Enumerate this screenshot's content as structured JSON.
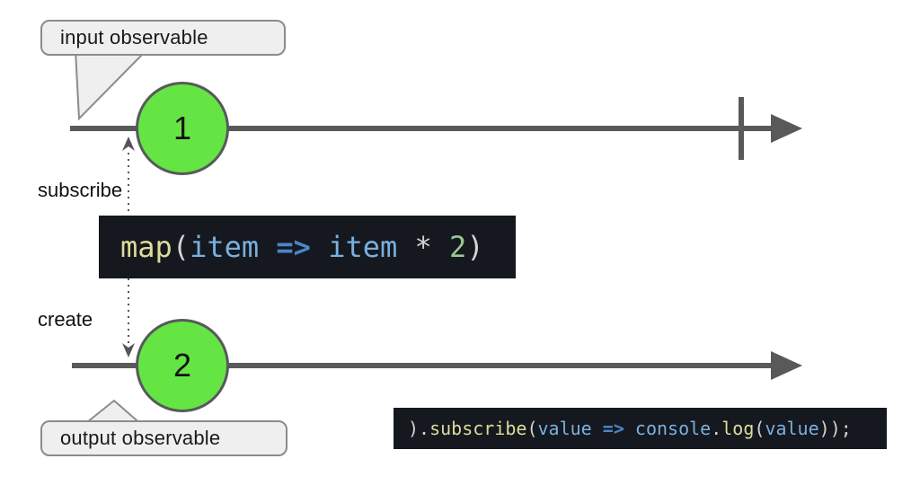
{
  "diagram": {
    "input_label": "input observable",
    "output_label": "output observable",
    "subscribe_label": "subscribe",
    "create_label": "create",
    "marble_input_value": "1",
    "marble_output_value": "2"
  },
  "code": {
    "map_text": "map(item => item * 2)",
    "subscribe_text": ").subscribe(value => console.log(value));",
    "map_tokens": [
      {
        "t": "map",
        "c": "fn"
      },
      {
        "t": "(",
        "c": "pun"
      },
      {
        "t": "item",
        "c": "id"
      },
      {
        "t": " ",
        "c": "pun"
      },
      {
        "t": "=>",
        "c": "op"
      },
      {
        "t": " ",
        "c": "pun"
      },
      {
        "t": "item",
        "c": "id"
      },
      {
        "t": " ",
        "c": "pun"
      },
      {
        "t": "*",
        "c": "pun"
      },
      {
        "t": " ",
        "c": "pun"
      },
      {
        "t": "2",
        "c": "num"
      },
      {
        "t": ")",
        "c": "pun"
      }
    ],
    "subscribe_tokens": [
      {
        "t": ").",
        "c": "pun"
      },
      {
        "t": "subscribe",
        "c": "fn"
      },
      {
        "t": "(",
        "c": "pun"
      },
      {
        "t": "value",
        "c": "id"
      },
      {
        "t": " ",
        "c": "pun"
      },
      {
        "t": "=>",
        "c": "op"
      },
      {
        "t": " ",
        "c": "pun"
      },
      {
        "t": "console",
        "c": "id"
      },
      {
        "t": ".",
        "c": "pun"
      },
      {
        "t": "log",
        "c": "fn"
      },
      {
        "t": "(",
        "c": "pun"
      },
      {
        "t": "value",
        "c": "id"
      },
      {
        "t": "));",
        "c": "pun"
      }
    ]
  },
  "colors": {
    "marble_green": "#64e544",
    "marble_border": "#58595b",
    "timeline_gray": "#595959",
    "dotted_arrow_gray": "#555555",
    "bubble_fill": "#efefef",
    "bubble_border": "#8b8b8b",
    "code_background": "#15181e",
    "token_function": "#dcdc9b",
    "token_identifier": "#79b0e0",
    "token_operator": "#4a86c6",
    "token_punctuation": "#d4d4d4",
    "token_number": "#99c893"
  }
}
